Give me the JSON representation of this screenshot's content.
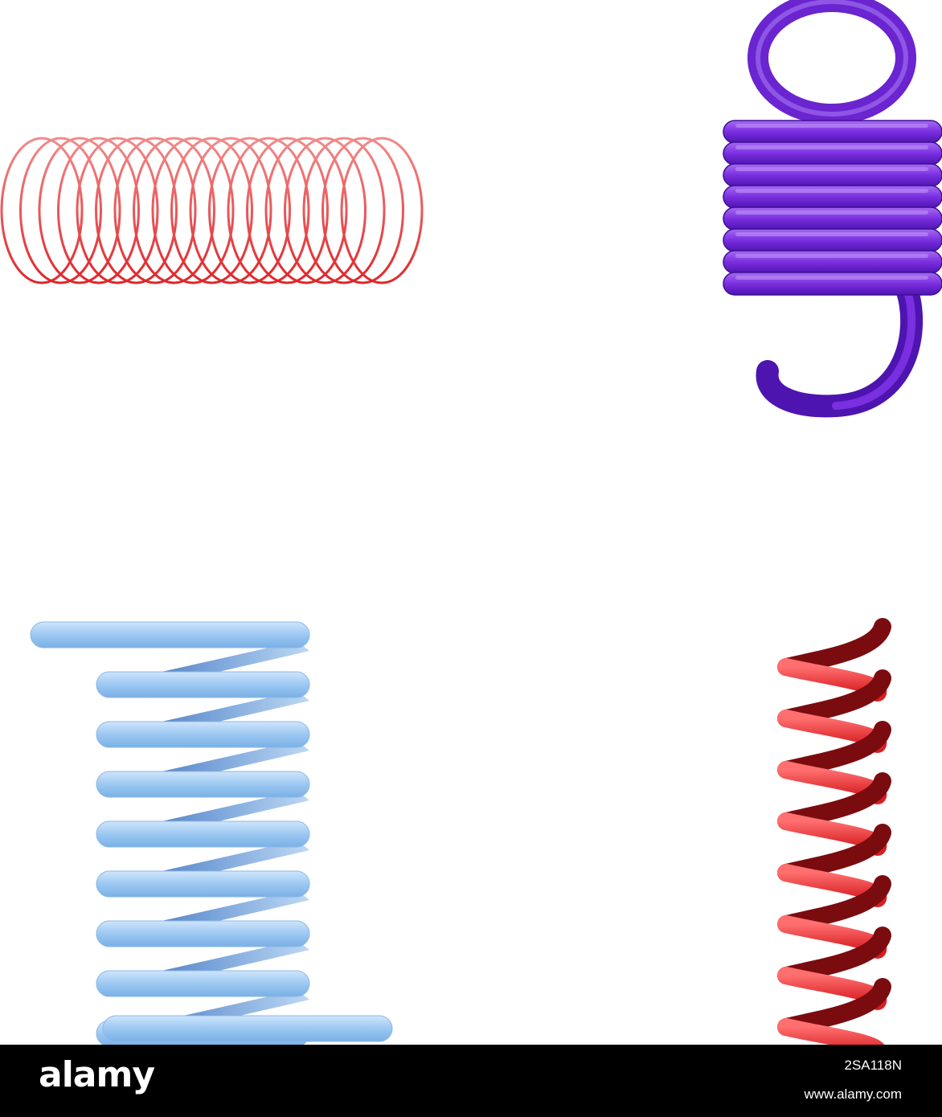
{
  "image": {
    "subjects": [
      {
        "name": "red-slinky-spring",
        "color": "#e8433f"
      },
      {
        "name": "purple-extension-spring",
        "color": "#7a2fe0"
      },
      {
        "name": "blue-compression-spring",
        "color": "#8ec0ef"
      },
      {
        "name": "red-coil-spring",
        "color": "#e8302e"
      }
    ]
  },
  "footer": {
    "logo": "alamy",
    "image_id": "2SA118N",
    "url": "www.alamy.com"
  }
}
